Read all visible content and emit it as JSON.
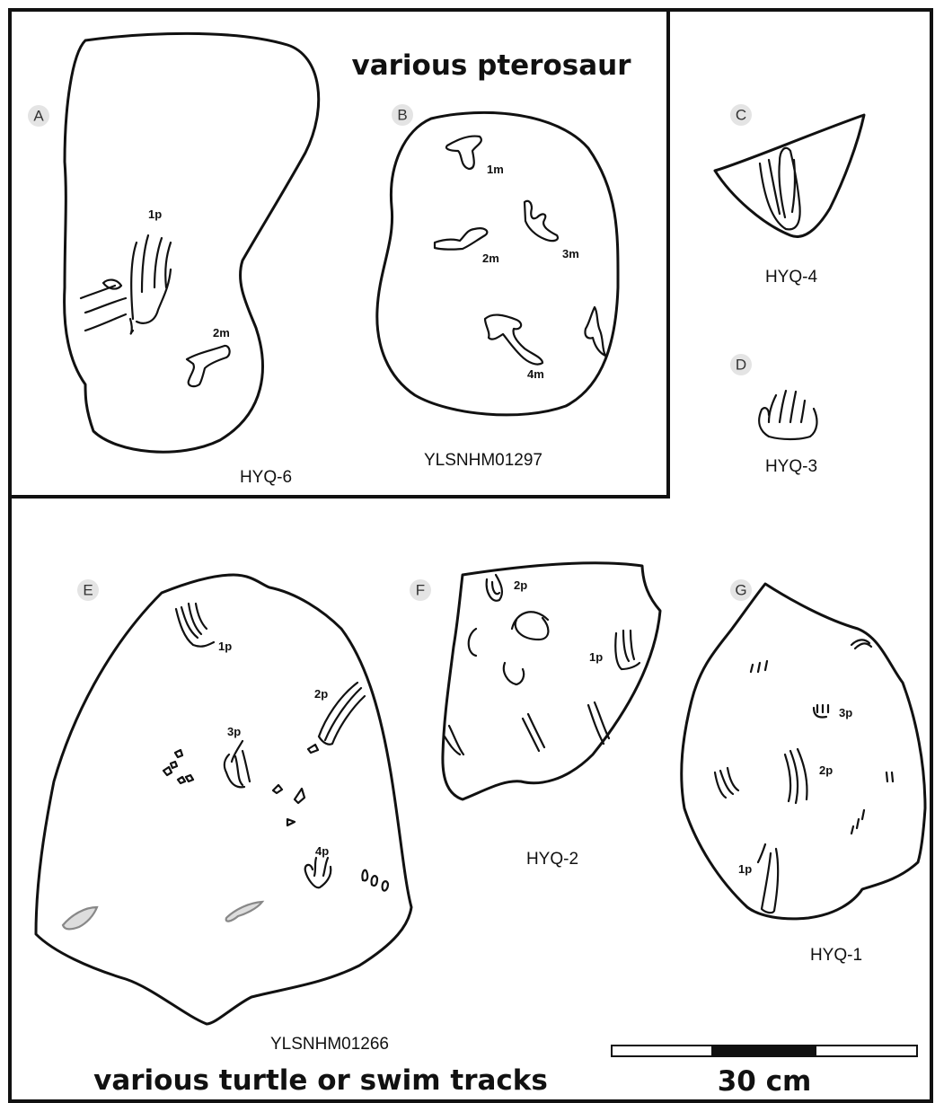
{
  "headings": {
    "pterosaur": "various pterosaur",
    "turtle": "various turtle or swim tracks"
  },
  "panels": {
    "A": {
      "badge": "A",
      "specimen": "HYQ-6",
      "labels": [
        "1p",
        "2m"
      ]
    },
    "B": {
      "badge": "B",
      "specimen": "YLSNHM01297",
      "labels": [
        "1m",
        "2m",
        "3m",
        "4m"
      ]
    },
    "C": {
      "badge": "C",
      "specimen": "HYQ-4"
    },
    "D": {
      "badge": "D",
      "specimen": "HYQ-3"
    },
    "E": {
      "badge": "E",
      "specimen": "YLSNHM01266",
      "labels": [
        "1p",
        "2p",
        "3p",
        "4p"
      ]
    },
    "F": {
      "badge": "F",
      "specimen": "HYQ-2",
      "labels": [
        "2p",
        "1p"
      ]
    },
    "G": {
      "badge": "G",
      "specimen": "HYQ-1",
      "labels": [
        "3p",
        "2p",
        "1p"
      ]
    }
  },
  "scale_bar": {
    "label": "30 cm"
  }
}
